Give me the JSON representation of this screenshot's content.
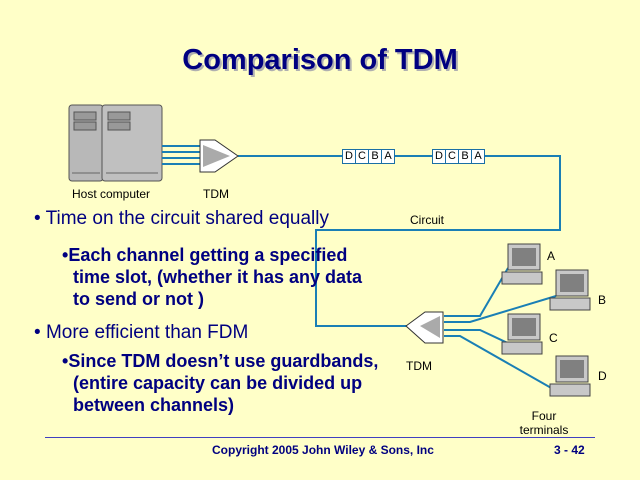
{
  "title": "Comparison of TDM",
  "diagram": {
    "host_label": "Host computer",
    "tdm_label": "TDM",
    "tdm_label_2": "TDM",
    "circuit_label": "Circuit",
    "frames": [
      [
        "D",
        "C",
        "B",
        "A"
      ],
      [
        "D",
        "C",
        "B",
        "A"
      ]
    ],
    "terminals": [
      "A",
      "B",
      "C",
      "D"
    ],
    "terminals_label_1": "Four",
    "terminals_label_2": "terminals",
    "line_color": "#1a7fb5"
  },
  "bullets": [
    {
      "text": "Time on the circuit shared equally",
      "sub": [
        "Each channel getting a specified",
        "time slot, (whether it has any data",
        "to send or not )"
      ]
    },
    {
      "text": "More efficient than FDM",
      "sub": [
        "Since TDM doesn’t use guardbands,",
        "(entire capacity can be divided up",
        "between channels)"
      ]
    }
  ],
  "footer": {
    "copyright": "Copyright 2005 John Wiley & Sons, Inc",
    "page": "3 - 42"
  }
}
